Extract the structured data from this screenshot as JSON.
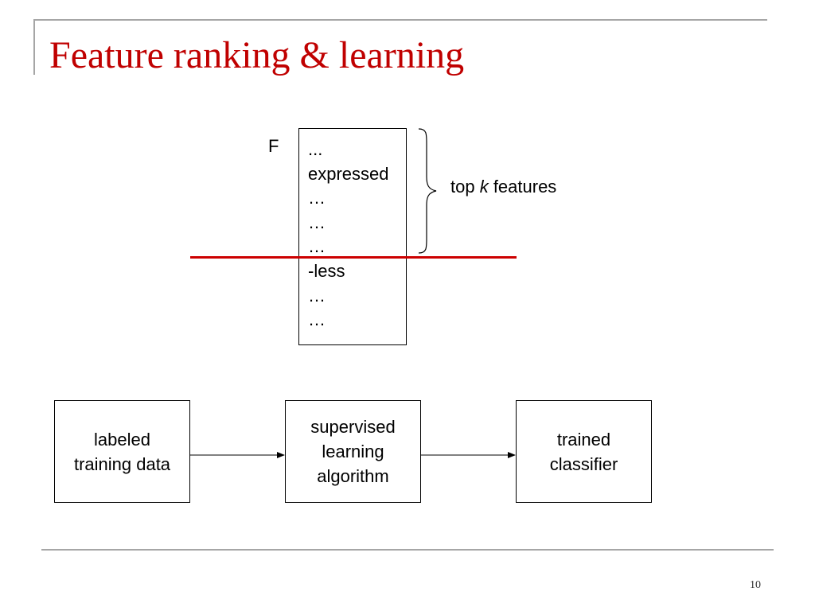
{
  "slide": {
    "title": "Feature ranking & learning",
    "page_number": "10"
  },
  "ranking": {
    "list_label": "F",
    "features": [
      "...",
      "expressed",
      "…",
      "…",
      "…",
      "-less",
      "…",
      "…"
    ],
    "top_k_prefix": "top ",
    "top_k_var": "k",
    "top_k_suffix": " features",
    "cutoff_color": "#cc0000"
  },
  "pipeline": {
    "steps": [
      {
        "lines": [
          "labeled",
          "training data"
        ]
      },
      {
        "lines": [
          "supervised",
          "learning",
          "algorithm"
        ]
      },
      {
        "lines": [
          "trained",
          "classifier"
        ]
      }
    ]
  },
  "colors": {
    "title": "#c00000",
    "rule": "#a6a6a6"
  }
}
